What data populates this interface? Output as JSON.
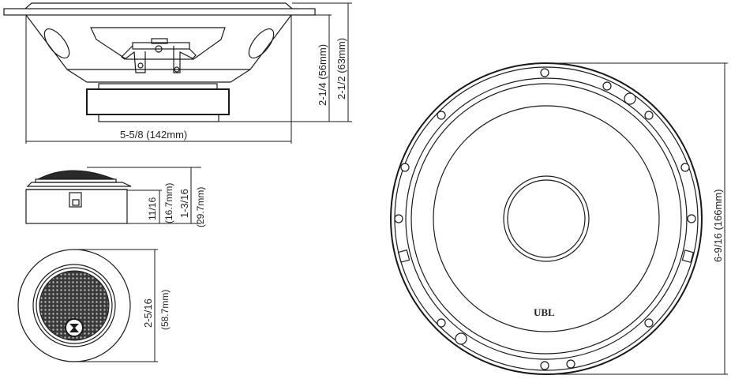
{
  "drawing": {
    "subject": "Component speaker dimension drawing",
    "colors": {
      "line": "#1a1a1a",
      "background": "#ffffff"
    }
  },
  "woofer_side_view": {
    "width_label": "5-5/8 (142mm)",
    "mount_depth_label": "2-1/4 (56mm)",
    "overall_depth_label": "2-1/2 (63mm)"
  },
  "tweeter_side_view": {
    "mount_height_label": "11/16",
    "mount_height_mm_label": "(16.7mm)",
    "overall_height_label": "1-3/16",
    "overall_height_mm_label": "(29.7mm)"
  },
  "tweeter_front_view": {
    "diameter_label": "2-5/16",
    "diameter_mm_label": "(58.7mm)"
  },
  "woofer_front_view": {
    "diameter_label": "6-9/16 (166mm)",
    "logo": "UBL"
  }
}
